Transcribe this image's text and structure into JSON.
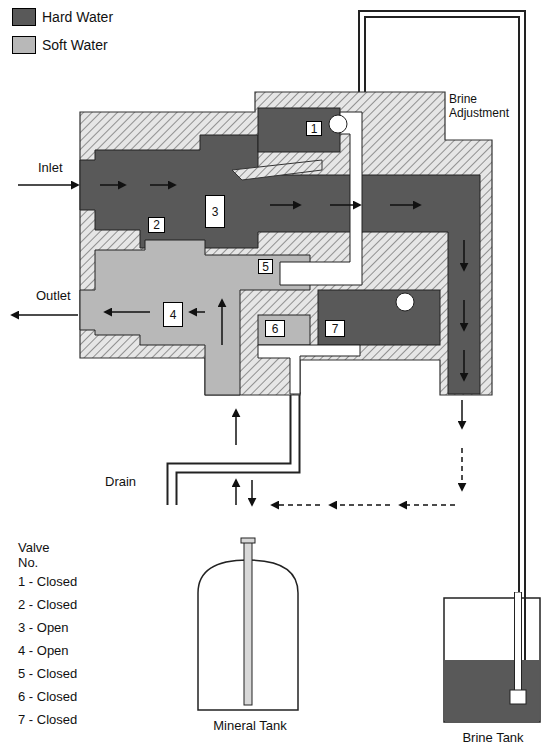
{
  "diagram": {
    "nodes": [
      {
        "text": [
          "1"
        ]
      },
      {
        "text": [
          "3"
        ]
      },
      {
        "text": [
          "2"
        ]
      },
      {
        "text": [
          "5"
        ]
      },
      {
        "text": [
          "4"
        ]
      },
      {
        "text": [
          "6"
        ]
      },
      {
        "text": [
          "7"
        ]
      },
      {
        "text": [
          "Mineral Tank"
        ]
      },
      {
        "text": [
          "Brine Tank"
        ]
      }
    ],
    "labels": [
      "Brine Adjustment",
      "Inlet",
      "Outlet",
      "Drain",
      "Valve No.",
      "1 - Closed",
      "2 - Closed",
      "3 - Open",
      "4 - Open",
      "5 - Closed",
      "6 - Closed",
      "7 - Closed"
    ],
    "legend": [
      {
        "text": "Hard Water",
        "color": "#595959"
      },
      {
        "text": "Soft Water",
        "color": "#b8b8b8"
      }
    ]
  }
}
